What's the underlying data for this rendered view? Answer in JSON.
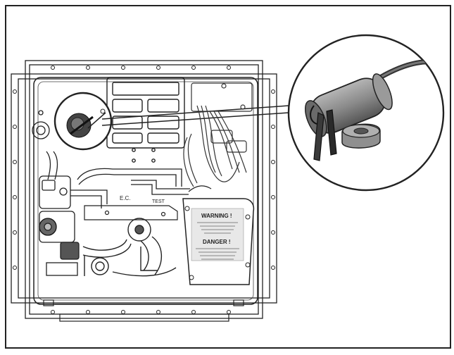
{
  "labels": {
    "ec": "E.C.",
    "test": "TEST",
    "warning": "WARNING !",
    "danger": "DANGER !"
  },
  "colors": {
    "line": "#222222",
    "sensor_body": "#8a8a8a",
    "sensor_dark": "#3a3a3a",
    "label_fill": "#d9d9d9"
  }
}
